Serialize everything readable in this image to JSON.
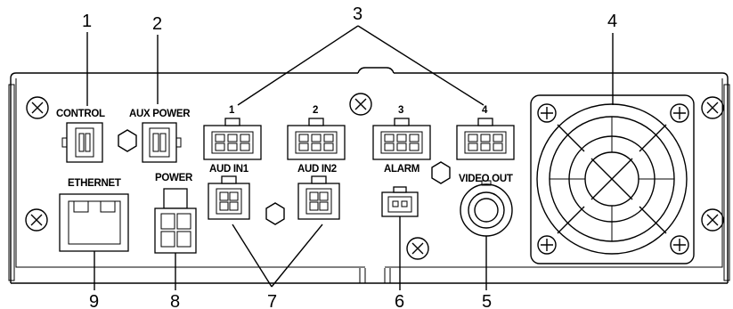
{
  "callouts": {
    "n1": "1",
    "n2": "2",
    "n3": "3",
    "n4": "4",
    "n5": "5",
    "n6": "6",
    "n7": "7",
    "n8": "8",
    "n9": "9"
  },
  "labels": {
    "control": "CONTROL",
    "aux_power": "AUX POWER",
    "cam1": "1",
    "cam2": "2",
    "cam3": "3",
    "cam4": "4",
    "ethernet": "ETHERNET",
    "power": "POWER",
    "aud_in1": "AUD IN1",
    "aud_in2": "AUD IN2",
    "alarm": "ALARM",
    "video_out": "VIDEO OUT"
  }
}
